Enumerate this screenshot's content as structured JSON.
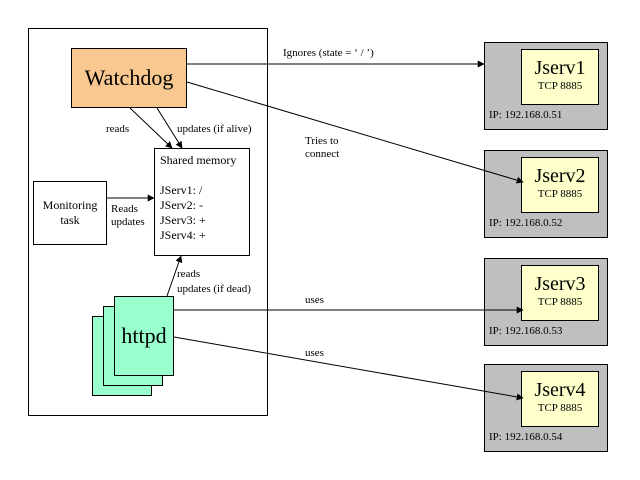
{
  "nodes": {
    "watchdog": "Watchdog",
    "shared_memory": {
      "title": "Shared memory",
      "entries": [
        "JServ1: /",
        "JServ2: -",
        "JServ3: +",
        "JServ4: +"
      ]
    },
    "monitoring_task": [
      "Monitoring",
      "task"
    ],
    "httpd": "httpd"
  },
  "servers": [
    {
      "name": "Jserv1",
      "port": "TCP 8885",
      "ip": "IP: 192.168.0.51"
    },
    {
      "name": "Jserv2",
      "port": "TCP 8885",
      "ip": "IP: 192.168.0.52"
    },
    {
      "name": "Jserv3",
      "port": "TCP 8885",
      "ip": "IP: 192.168.0.53"
    },
    {
      "name": "Jserv4",
      "port": "TCP 8885",
      "ip": "IP: 192.168.0.54"
    }
  ],
  "edges": {
    "ignores": "Ignores (state = ‘ / ’)",
    "tries_to_connect": [
      "Tries to",
      "connect"
    ],
    "reads": "reads",
    "updates_if_alive": "updates (if alive)",
    "reads_updates": [
      "Reads",
      "updates"
    ],
    "httpd_reads": "reads",
    "updates_if_dead": "updates (if dead)",
    "uses_1": "uses",
    "uses_2": "uses"
  },
  "colors": {
    "watchdog_fill": "#f8c890",
    "httpd_fill": "#99ffcc",
    "server_fill": "#bfbfbf",
    "server_inner_fill": "#ffffcc"
  }
}
